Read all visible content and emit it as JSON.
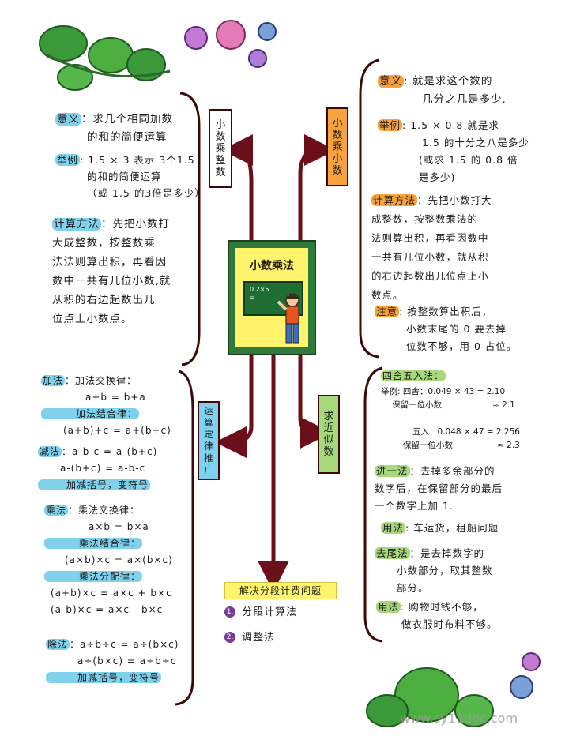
{
  "center": {
    "title": "小数乘法",
    "board_line1": "0.2×5",
    "board_line2": "="
  },
  "branches": {
    "integer": {
      "label_chars": [
        "小",
        "数",
        "乘",
        "整",
        "数"
      ],
      "meaning_label": "意义",
      "meaning_lines": [
        "：求几个相同加数",
        "的和的简便运算"
      ],
      "example_label": "举例",
      "example_lines": [
        ": 1.5 × 3 表示 3个1.5",
        "的和的简便运算",
        "（或 1.5 的3倍是多少）"
      ],
      "method_label": "计算方法",
      "method_lines": [
        "：先把小数打",
        "大成整数，按整数乘",
        "法法则算出积，再看因",
        "数中一共有几位小数,就",
        "从积的右边起数出几",
        "位点上小数点。"
      ]
    },
    "decimal": {
      "label_chars": [
        "小",
        "数",
        "乘",
        "小",
        "数"
      ],
      "meaning_label": "意义",
      "meaning_lines": [
        ": 就是求这个数的",
        "几分之几是多少."
      ],
      "example_label": "举例",
      "example_lines": [
        ": 1.5 × 0.8 就是求",
        "1.5 的十分之八是多少",
        "(或求 1.5 的 0.8 倍",
        "是多少)"
      ],
      "method_label": "计算方法",
      "method_lines": [
        "：先把小数打大",
        "成整数，按整数乘法的",
        "法则算出积，再看因数中",
        "一共有几位小数，就从积",
        "的右边起数出几位点上小",
        "数点。"
      ],
      "note_label": "注意",
      "note_lines": [
        ": 按整数算出积后，",
        "小数末尾的 0 要去掉",
        "位数不够，用 0 占位。"
      ]
    },
    "laws": {
      "label_chars": [
        "运",
        "算",
        "定",
        "律",
        "推",
        "广"
      ],
      "add_label": "加法",
      "add_commute": "：加法交换律：",
      "add_commute_formula": "a+b = b+a",
      "add_assoc": "加法结合律：",
      "add_assoc_formula": "(a+b)+c = a+(b+c)",
      "sub_label": "减法",
      "sub_formula1": "：a-b-c = a-(b+c)",
      "sub_formula2": "a-(b+c) = a-b-c",
      "sub_note": "加减括号，变符号",
      "mul_label": "乘法",
      "mul_commute": "：乘法交换律：",
      "mul_commute_formula": "a×b = b×a",
      "mul_assoc": "乘法结合律：",
      "mul_assoc_formula": "(a×b)×c = a×(b×c)",
      "mul_dist": "乘法分配律：",
      "mul_dist_formula1": "(a+b)×c = a×c + b×c",
      "mul_dist_formula2": "(a-b)×c = a×c - b×c",
      "div_label": "除法",
      "div_formula1": "：a÷b÷c = a÷(b×c)",
      "div_formula2": "a÷(b×c) = a÷b÷c",
      "div_note": "加减括号，变符号"
    },
    "approx": {
      "label_chars": [
        "求",
        "近",
        "似",
        "数"
      ],
      "round_label": "四舍五入法：",
      "example_label": "举例",
      "example_line1": ": 四舍：0.049 × 43 = 2.10",
      "example_keep1": "保留一位小数",
      "example_result1": "≈ 2.1",
      "example_line2": "五入：0.048 × 47 = 2.256",
      "example_keep2": "保留一位小数",
      "example_result2": "≈ 2.3",
      "ceil_label": "进一法",
      "ceil_lines": [
        "：去掉多余部分的",
        "数字后，在保留部分的最后",
        "一个数字上加 1."
      ],
      "ceil_use_label": "用法",
      "ceil_use": ": 车运货，租船问题",
      "floor_label": "去尾法",
      "floor_lines": [
        "：是去掉数字的",
        "小数部分，取其整数",
        "部分。"
      ],
      "floor_use_label": "用法",
      "floor_use_lines": [
        ": 购物时钱不够，",
        "做衣服时布料不够。"
      ]
    },
    "segments": {
      "title": "解决分段计费问题",
      "items": [
        {
          "num": "1.",
          "label": "分段计算法"
        },
        {
          "num": "2.",
          "label": "调整法"
        }
      ]
    }
  },
  "watermark": "www.sy11doc.com",
  "colors": {
    "line": "#6b0f1a",
    "orange": "#f7a23c",
    "blue": "#7fd1ec",
    "green": "#a7d97c",
    "yellow": "#fff46b",
    "board": "#2d7a3a"
  }
}
